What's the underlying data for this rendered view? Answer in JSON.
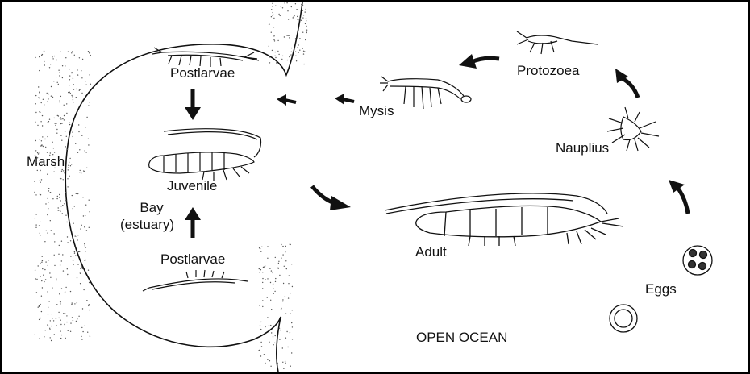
{
  "labels": {
    "marsh": "Marsh",
    "postlarvae_top": "Postlarvae",
    "juvenile": "Juvenile",
    "bay": "Bay",
    "estuary": "(estuary)",
    "postlarvae_bottom": "Postlarvae",
    "mysis": "Mysis",
    "protozoea": "Protozoea",
    "nauplius": "Nauplius",
    "adult": "Adult",
    "eggs": "Eggs",
    "open_ocean": "OPEN OCEAN"
  },
  "colors": {
    "ink": "#111111",
    "stipple": "#555555",
    "background": "#ffffff"
  }
}
